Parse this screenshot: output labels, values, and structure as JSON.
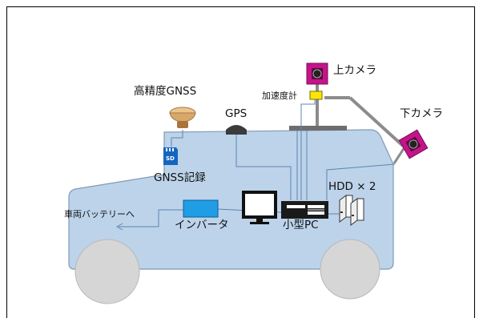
{
  "labels": {
    "upper_camera": "上カメラ",
    "lower_camera": "下カメラ",
    "high_precision_gnss": "高精度GNSS",
    "gps": "GPS",
    "accelerometer": "加速度計",
    "sd_card": "SD",
    "gnss_recording": "GNSS記録",
    "hdd": "HDD × 2",
    "to_vehicle_battery": "車両バッテリーへ",
    "inverter": "インバータ",
    "small_pc": "小型PC"
  },
  "colors": {
    "vehicle_body": "#bcd3ea",
    "vehicle_outline": "#7f9ab5",
    "wiring": "#5e86b3",
    "tire": "#d6d6d6",
    "camera": "#c4148a",
    "camera_mount": "#8c8c8c",
    "accelerometer": "#ffe600",
    "inverter": "#1f9ee6",
    "gnss_antenna": "#d8a86a",
    "sd_card": "#1565c0"
  }
}
